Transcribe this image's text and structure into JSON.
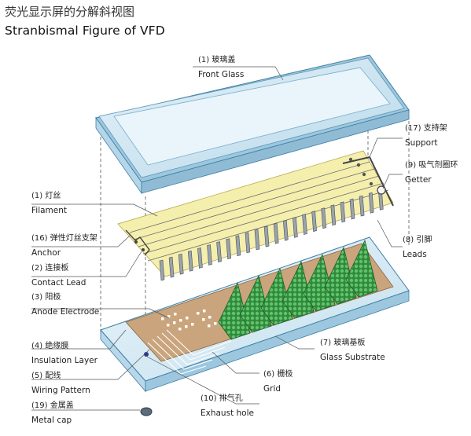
{
  "title_cn": "荧光显示屏的分解斜视图",
  "title_en": "Stranbismal Figure of VFD",
  "labels": [
    {
      "id": "front-glass",
      "num": "(1)",
      "cn": "玻璃盖",
      "en": "Front Glass"
    },
    {
      "id": "support",
      "num": "(17)",
      "cn": "支持架",
      "en": "Support"
    },
    {
      "id": "getter",
      "num": "(9)",
      "cn": "吸气剂圈环",
      "en": "Getter"
    },
    {
      "id": "filament",
      "num": "(1)",
      "cn": "灯丝",
      "en": "Filament"
    },
    {
      "id": "anchor",
      "num": "(16)",
      "cn": "弹性灯丝支架",
      "en": "Anchor"
    },
    {
      "id": "contact-lead",
      "num": "(2)",
      "cn": "连接板",
      "en": "Contact Lead"
    },
    {
      "id": "leads",
      "num": "(8)",
      "cn": "引脚",
      "en": "Leads"
    },
    {
      "id": "anode-electrode",
      "num": "(3)",
      "cn": "阳极",
      "en": "Anode Electrode"
    },
    {
      "id": "insulation-layer",
      "num": "(4)",
      "cn": "绝缘膜",
      "en": "Insulation Layer"
    },
    {
      "id": "glass-substrate",
      "num": "(7)",
      "cn": "玻璃基板",
      "en": "Glass Substrate"
    },
    {
      "id": "wiring-pattern",
      "num": "(5)",
      "cn": "配线",
      "en": "Wiring Pattern"
    },
    {
      "id": "grid",
      "num": "(6)",
      "cn": "栅极",
      "en": "Grid"
    },
    {
      "id": "exhaust-hole",
      "num": "(10)",
      "cn": "排气孔",
      "en": "Exhaust hole"
    },
    {
      "id": "metal-cap",
      "num": "(19)",
      "cn": "金属盖",
      "en": "Metal cap"
    }
  ],
  "colors": {
    "front_glass": "#cfe6f2",
    "front_glass_edge": "#7fb7d4",
    "filament_plate": "#f3eca8",
    "substrate": "#d9ecf5",
    "anode_pad": "#c9a47c",
    "grid_green": "#3a9a46",
    "lead_metal": "#9aa3ad"
  }
}
